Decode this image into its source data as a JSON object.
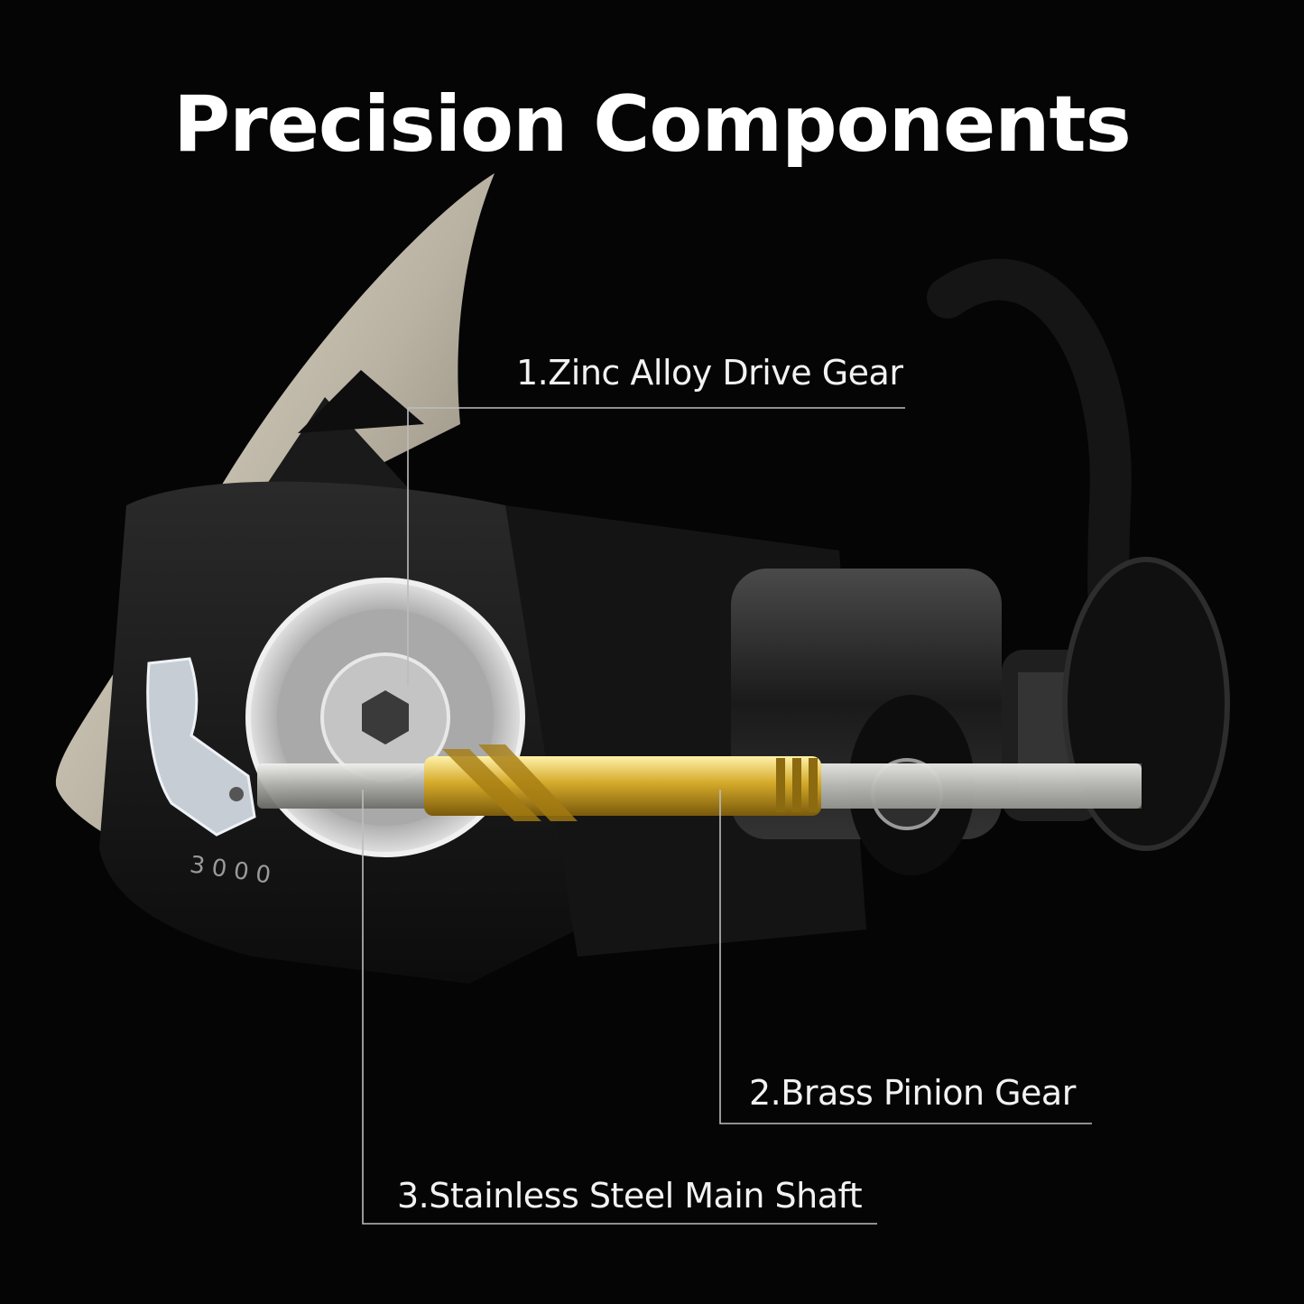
{
  "title": "Precision Components",
  "callouts": [
    {
      "label": "1.Zinc Alloy Drive Gear"
    },
    {
      "label": "2.Brass Pinion Gear"
    },
    {
      "label": "3.Stainless Steel Main Shaft"
    }
  ],
  "model_marking": "3000",
  "colors": {
    "background": "#050505",
    "text": "#ffffff",
    "brass": "#d4a92a",
    "silver": "#c8c8c8",
    "leader_line": "#bdbdbd"
  }
}
